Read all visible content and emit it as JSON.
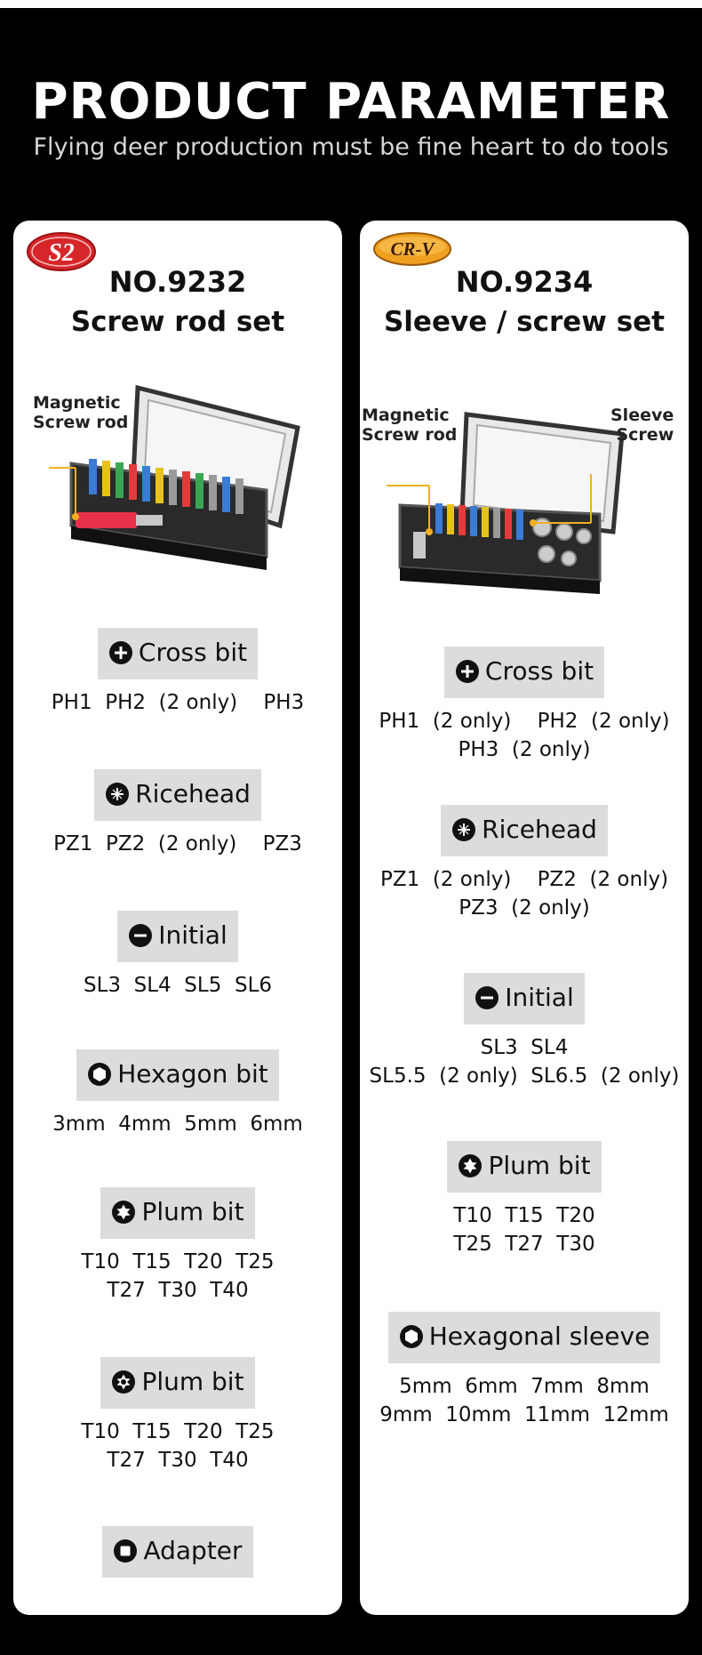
{
  "header": {
    "title": "PRODUCT PARAMETER",
    "subtitle": "Flying deer production must be fine heart to do tools"
  },
  "left": {
    "badge": "S2",
    "badge_color": "#d6262a",
    "model": "NO.9232",
    "name": "Screw rod set",
    "callout_magnetic": [
      "Magnetic",
      "Screw rod"
    ],
    "sections": [
      {
        "label": "Cross bit",
        "icon": "cross-icon",
        "lines": [
          "PH1  PH2  (2 only)    PH3"
        ]
      },
      {
        "label": "Ricehead",
        "icon": "ricehead-icon",
        "lines": [
          "PZ1  PZ2  (2 only)    PZ3"
        ]
      },
      {
        "label": "Initial",
        "icon": "minus-icon",
        "lines": [
          "SL3  SL4  SL5  SL6"
        ]
      },
      {
        "label": "Hexagon bit",
        "icon": "hexagon-icon",
        "lines": [
          "3mm  4mm  5mm  6mm"
        ]
      },
      {
        "label": "Plum bit",
        "icon": "star-icon",
        "lines": [
          "T10  T15  T20  T25",
          "T27  T30  T40"
        ]
      },
      {
        "label": "Plum bit",
        "icon": "star-hollow-icon",
        "lines": [
          "T10  T15  T20  T25",
          "T27  T30  T40"
        ]
      },
      {
        "label": "Adapter",
        "icon": "square-icon",
        "lines": []
      }
    ]
  },
  "right": {
    "badge": "CR-V",
    "badge_color": "#f0a020",
    "model": "NO.9234",
    "name": "Sleeve / screw set",
    "callout_magnetic": [
      "Magnetic",
      "Screw rod"
    ],
    "callout_sleeve": [
      "Sleeve",
      "Screw"
    ],
    "sections": [
      {
        "label": "Cross bit",
        "icon": "cross-icon",
        "lines": [
          "PH1  (2 only)    PH2  (2 only)",
          "PH3  (2 only)"
        ]
      },
      {
        "label": "Ricehead",
        "icon": "ricehead-icon",
        "lines": [
          "PZ1  (2 only)    PZ2  (2 only)",
          "PZ3  (2 only)"
        ]
      },
      {
        "label": "Initial",
        "icon": "minus-icon",
        "lines": [
          "SL3  SL4",
          "SL5.5  (2 only)  SL6.5  (2 only)"
        ]
      },
      {
        "label": "Plum bit",
        "icon": "star-icon",
        "lines": [
          "T10  T15  T20",
          "T25  T27  T30"
        ]
      },
      {
        "label": "Hexagonal sleeve",
        "icon": "hexagon-icon",
        "lines": [
          "5mm  6mm  7mm  8mm",
          "9mm  10mm  11mm  12mm"
        ]
      }
    ]
  }
}
